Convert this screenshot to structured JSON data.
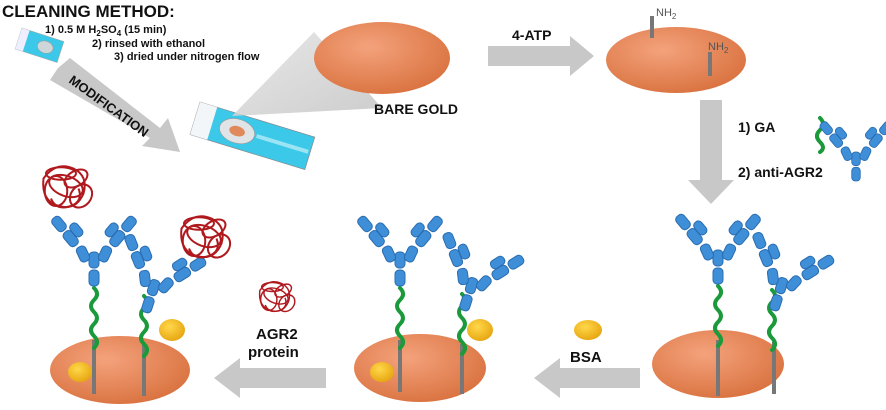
{
  "cleaning": {
    "title": "CLEANING METHOD:",
    "step1_pre": "1) 0.5 M H",
    "step1_sub1": "2",
    "step1_mid": "SO",
    "step1_sub2": "4",
    "step1_post": " (15 min)",
    "step2": "2) rinsed with ethanol",
    "step3": "3) dried under nitrogen flow"
  },
  "arrows": {
    "modification": "MODIFICATION",
    "atp": "4-ATP",
    "step_ga": "1) GA",
    "step_anti": "2) anti-AGR2",
    "bsa": "BSA",
    "protein_line1": "AGR2",
    "protein_line2": "protein"
  },
  "labels": {
    "bare_gold": "BARE GOLD",
    "nh2_main": "NH",
    "nh2_sub": "2"
  },
  "colors": {
    "gold": "#E0845A",
    "gold_dark": "#B5552E",
    "antibody": "#3E8ED8",
    "linker": "#1A9A3A",
    "bsa": "#F2B81A",
    "protein": "#B0191E",
    "arrow": "#C8C8C8",
    "electrode": "#3CC8E8"
  }
}
